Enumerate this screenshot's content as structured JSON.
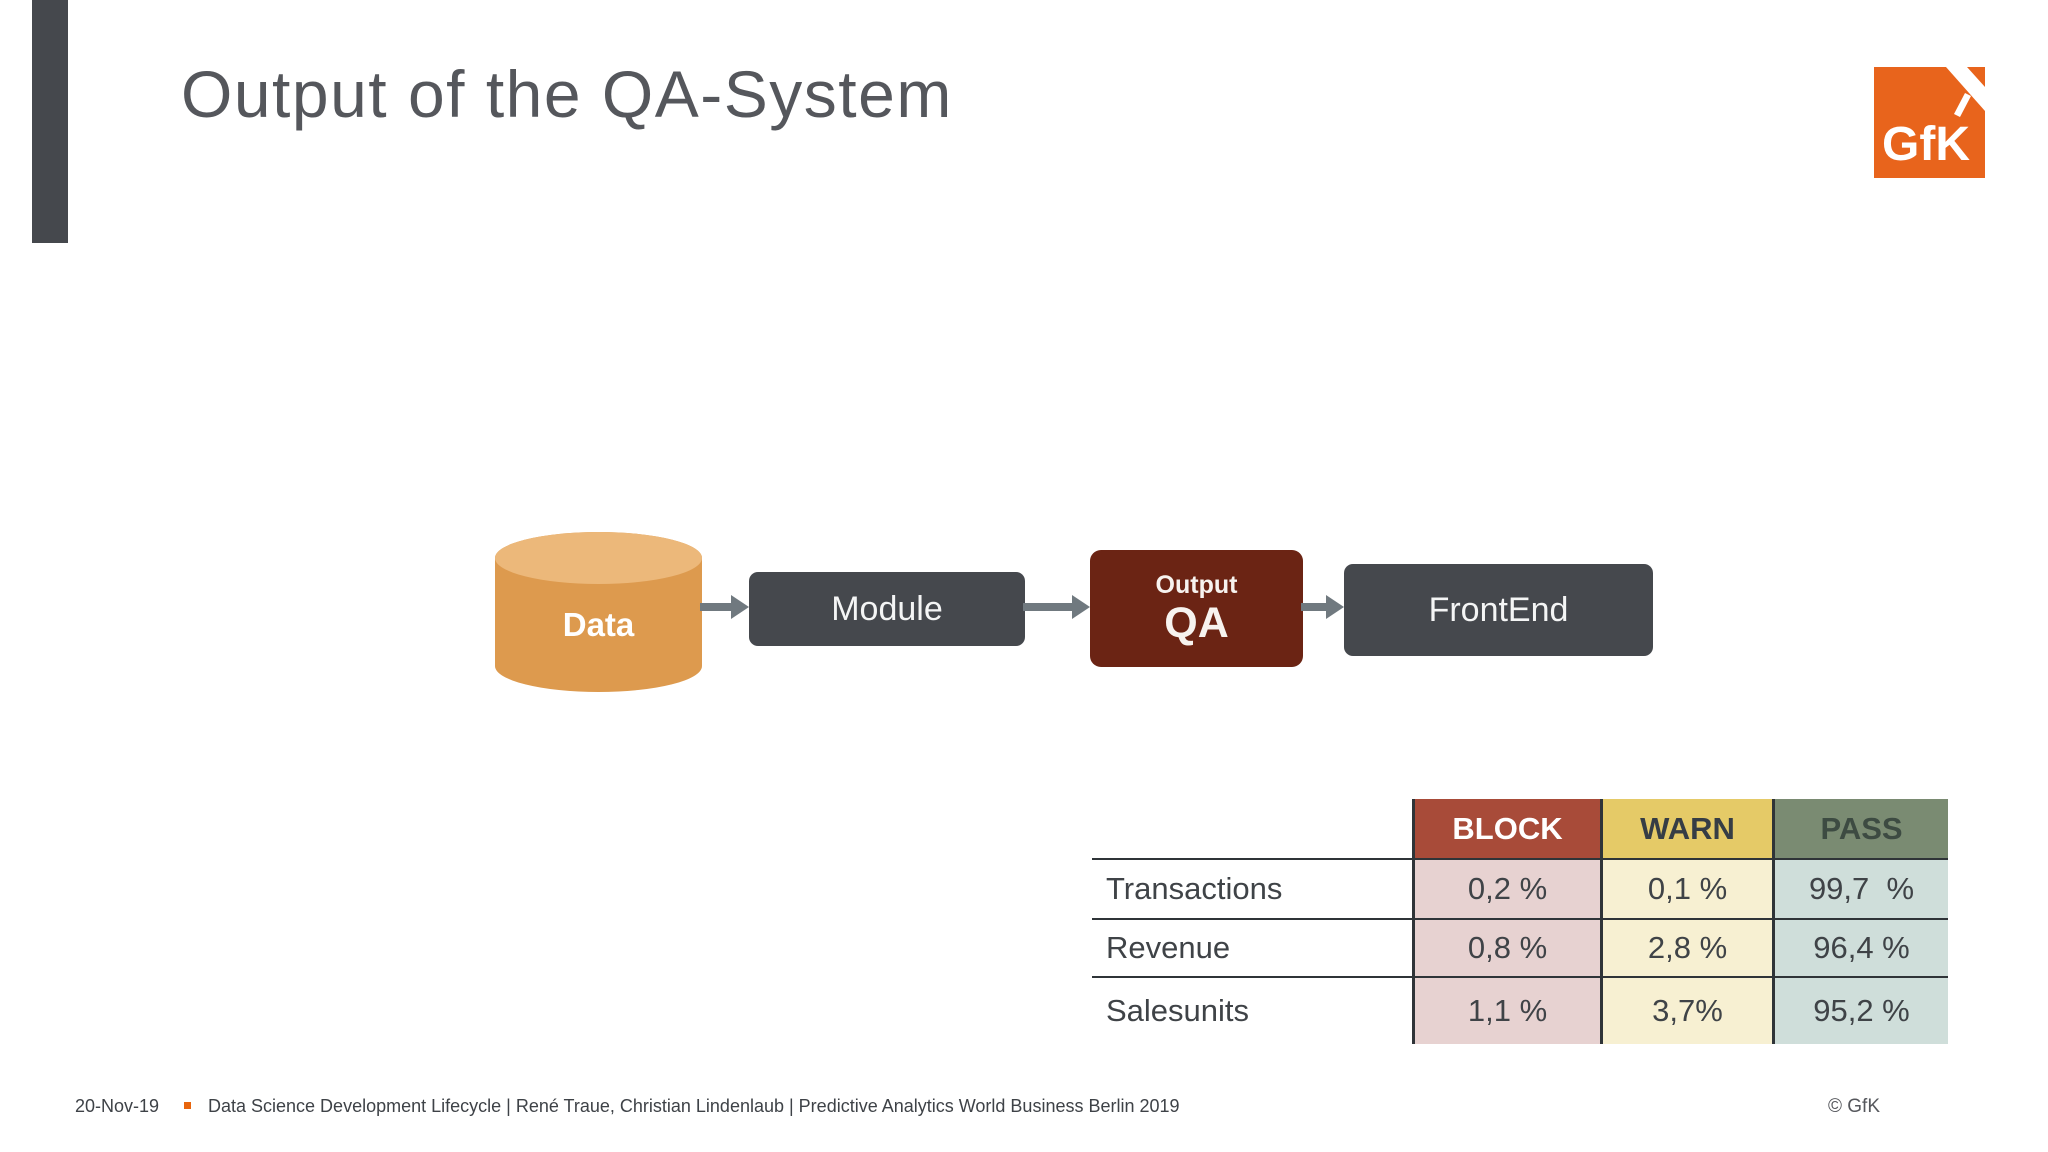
{
  "slide": {
    "title": "Output of the QA-System",
    "logo_text": "GfK"
  },
  "diagram": {
    "nodes": [
      {
        "id": "data",
        "type": "database",
        "label": "Data"
      },
      {
        "id": "module",
        "type": "process",
        "label": "Module"
      },
      {
        "id": "output-qa",
        "type": "process-highlight",
        "label_top": "Output",
        "label_main": "QA"
      },
      {
        "id": "frontend",
        "type": "process",
        "label": "FrontEnd"
      }
    ],
    "flow": [
      "Data",
      "Module",
      "Output QA",
      "FrontEnd"
    ]
  },
  "table": {
    "columns": [
      "BLOCK",
      "WARN",
      "PASS"
    ],
    "rows": [
      {
        "label": "Transactions",
        "values": [
          "0,2 %",
          "0,1 %",
          "99,7  %"
        ]
      },
      {
        "label": "Revenue",
        "values": [
          "0,8 %",
          "2,8 %",
          "96,4 %"
        ]
      },
      {
        "label": "Salesunits",
        "values": [
          "1,1 %",
          "3,7%",
          "95,2 %"
        ]
      }
    ]
  },
  "footer": {
    "date": "20-Nov-19",
    "text": "Data Science Development Lifecycle | René Traue, Christian Lindenlaub | Predictive Analytics World Business Berlin 2019",
    "copyright": "© GfK"
  },
  "theme": {
    "bar": "#45484D",
    "title": "#55575C",
    "box": "#45484D",
    "qa-box": "#6B2414",
    "cyl": "#DD9A4E",
    "cyl-top": "#ECB87A",
    "arrow": "#70797F",
    "logo-orange": "#E8641C",
    "block": "#A84B39",
    "warn": "#E5CA67",
    "pass": "#7A8B72",
    "block-light": "#E7D2D1",
    "warn-light": "#F7F0D2",
    "pass-light": "#CFDEDA",
    "table-line": "#2F3438",
    "text-dark": "#3F4347",
    "bullet": "#E8650D"
  }
}
